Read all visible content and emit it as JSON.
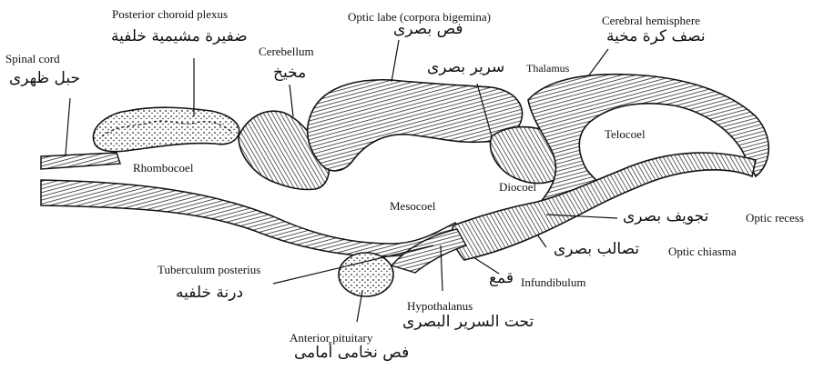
{
  "labels": {
    "spinal_cord": {
      "en": "Spinal cord",
      "ar": "حبل ظهرى"
    },
    "posterior_choroid_plexus": {
      "en": "Posterior choroid plexus",
      "ar": "ضفيرة مشيمية خلفية"
    },
    "cerebellum": {
      "en": "Cerebellum",
      "ar": "مخيخ"
    },
    "optic_lobe": {
      "en": "Optic labe (corpora bigemina)",
      "ar": "فص بصرى"
    },
    "thalamus": {
      "en": "Thalamus",
      "ar": "سرير بصرى"
    },
    "cerebral_hemisphere": {
      "en": "Cerebral hemisphere",
      "ar": "نصف كرة مخية"
    },
    "rhombocoel": {
      "en": "Rhombocoel"
    },
    "telocoel": {
      "en": "Telocoel"
    },
    "diocoel": {
      "en": "Diocoel"
    },
    "mesocoel": {
      "en": "Mesocoel"
    },
    "optic_recess": {
      "en": "Optic recess",
      "ar": "تجويف بصرى"
    },
    "optic_chiasma": {
      "en": "Optic chiasma",
      "ar": "تصالب بصرى"
    },
    "infundibulum": {
      "en": "Infundibulum",
      "ar": "قمع"
    },
    "tuberculum_posterius": {
      "en": "Tuberculum posterius",
      "ar": "درنة خلفيه"
    },
    "hypothalamus": {
      "en": "Hypothalanus",
      "ar": "تحت السرير البصرى"
    },
    "anterior_pituitary": {
      "en": "Anterior pituitary",
      "ar": "فص نخامى أمامى"
    }
  },
  "colors": {
    "ink": "#111111",
    "background": "#ffffff"
  }
}
